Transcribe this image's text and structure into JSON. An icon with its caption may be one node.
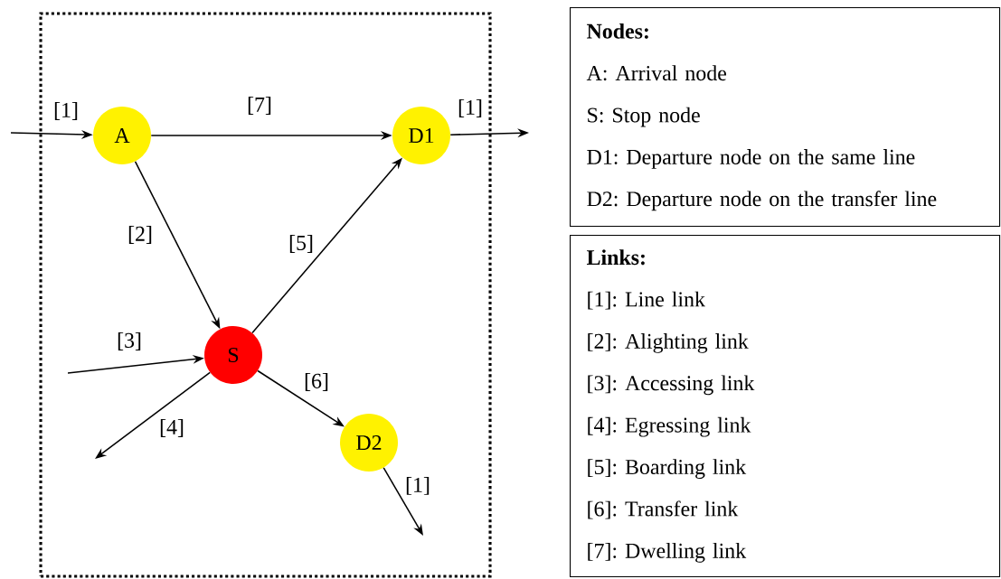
{
  "diagram": {
    "nodes": [
      {
        "text": [],
        "shape": "box"
      },
      {
        "text": [
          "A"
        ],
        "in": 0
      },
      {
        "text": [
          "D1"
        ],
        "in": 0
      },
      {
        "text": [
          "S"
        ],
        "in": 0
      },
      {
        "text": [
          "D2"
        ],
        "in": 0
      },
      {
        "text": [
          "Nodes:",
          "A: Arrival node",
          "S: Stop node",
          "D1: Departure node on the same line",
          "D2: Departure node on the transfer line"
        ]
      },
      {
        "text": [
          "Links:",
          "[1]: Line link",
          "[2]: Alighting link",
          "[3]: Accessing link",
          "[4]: Egressing link",
          "[5]: Boarding link",
          "[6]: Transfer link",
          "[7]: Dwelling link"
        ]
      }
    ],
    "edges": [
      {
        "from": null,
        "to": 1,
        "arrow": "to",
        "label": "[1]"
      },
      {
        "from": 1,
        "to": 2,
        "arrow": "to",
        "label": "[7]"
      },
      {
        "from": 2,
        "to": null,
        "arrow": "to",
        "label": "[1]"
      },
      {
        "from": 1,
        "to": 3,
        "arrow": "to",
        "label": "[2]"
      },
      {
        "from": null,
        "to": 3,
        "arrow": "to",
        "label": "[3]"
      },
      {
        "from": 3,
        "to": null,
        "arrow": "to",
        "label": "[4]"
      },
      {
        "from": 3,
        "to": 2,
        "arrow": "to",
        "label": "[5]"
      },
      {
        "from": 3,
        "to": 4,
        "arrow": "to",
        "label": "[6]"
      },
      {
        "from": 4,
        "to": null,
        "arrow": "to",
        "label": "[1]"
      }
    ]
  }
}
